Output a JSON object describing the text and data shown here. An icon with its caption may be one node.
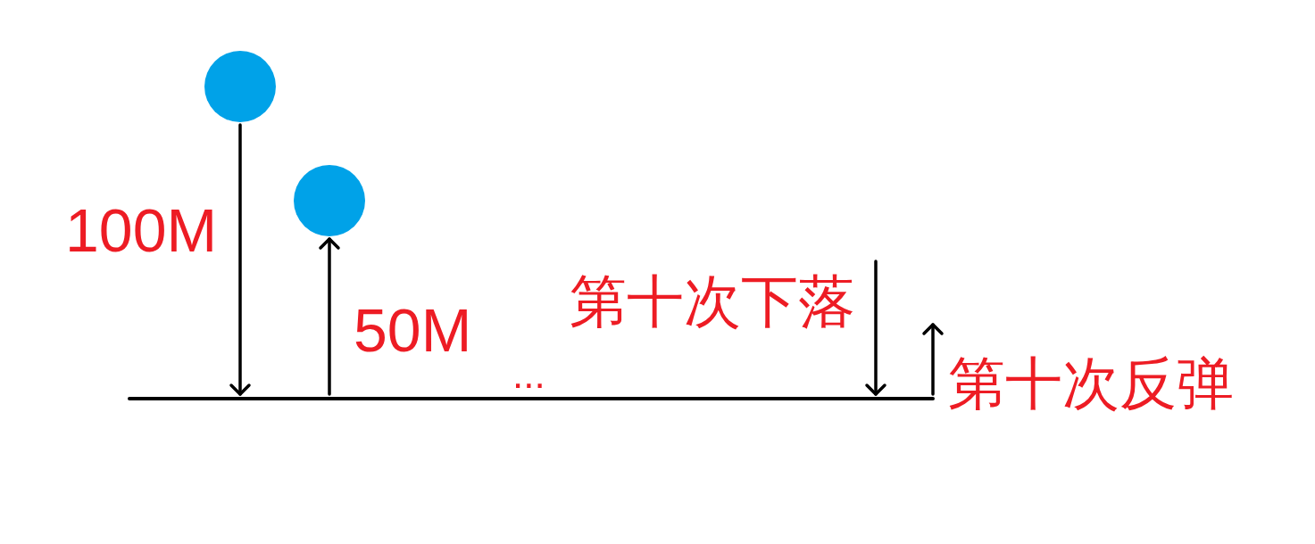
{
  "diagram": {
    "nodes": [
      {
        "text": [],
        "shape": "circle"
      },
      {
        "text": [],
        "shape": "circle"
      },
      {
        "text": [],
        "shape": "bar"
      }
    ],
    "edges": [
      {
        "from": 0,
        "to": 2,
        "arrow": "to"
      },
      {
        "from": 2,
        "to": 1,
        "arrow": "to"
      },
      {
        "from": null,
        "to": 2,
        "arrow": "to"
      },
      {
        "from": 2,
        "to": null,
        "arrow": "to"
      }
    ],
    "labels": [
      "100M",
      "50M",
      "...",
      "第十次下落",
      "第十次反弹"
    ]
  }
}
